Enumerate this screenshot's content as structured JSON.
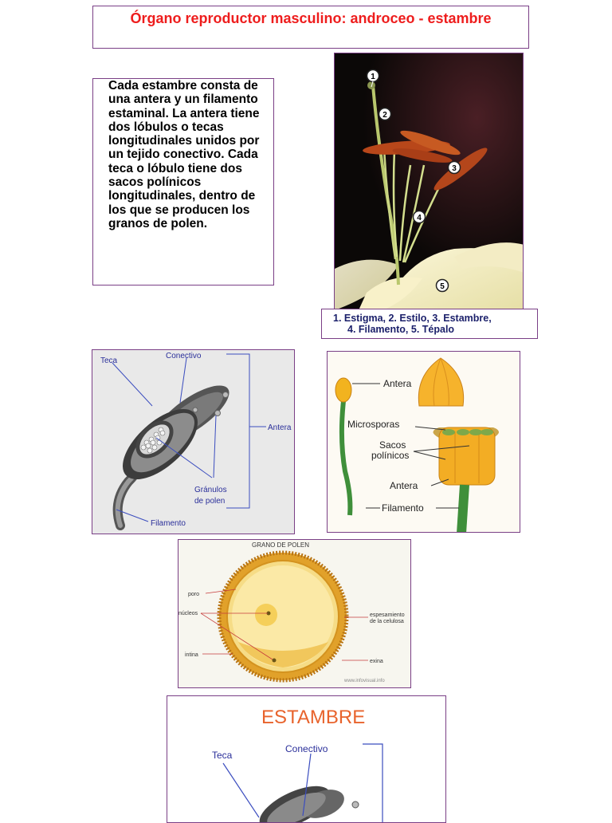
{
  "title": "Órgano reproductor masculino: androceo - estambre",
  "description": "Cada estambre consta de una antera y un filamento estaminal. La antera tiene dos lóbulos o tecas longitudinales unidos por un tejido conectivo. Cada teca o lóbulo tiene dos sacos polínicos longitudinales, dentro de los que se producen los granos de polen.",
  "photo": {
    "markers": [
      "1",
      "2",
      "3",
      "4",
      "5"
    ],
    "caption_line1": "1. Estigma, 2. Estilo, 3. Estambre,",
    "caption_line2": "4. Filamento, 5. Tépalo"
  },
  "diagram1": {
    "teca": "Teca",
    "conectivo": "Conectivo",
    "antera": "Antera",
    "granulos1": "Gránulos",
    "granulos2": "de polen",
    "filamento": "Filamento"
  },
  "diagram2": {
    "antera_top": "Antera",
    "microsporas": "Microsporas",
    "sacos1": "Sacos",
    "sacos2": "polínicos",
    "antera_mid": "Antera",
    "filamento": "Filamento"
  },
  "diagram3": {
    "title": "GRANO DE POLEN",
    "poro": "poro",
    "nucleos": "núcleos",
    "intina": "intina",
    "espes1": "espesamiento",
    "espes2": "de la celulosa",
    "exina": "exina",
    "watermark": "www.infovisual.info"
  },
  "diagram4": {
    "title": "ESTAMBRE",
    "teca": "Teca",
    "conectivo": "Conectivo"
  },
  "colors": {
    "title_red": "#ee1d1d",
    "caption_navy": "#1a1f6a",
    "frame_purple": "#7a3f86",
    "label_blue": "#2a2f9a",
    "estambre_orange": "#e8632c"
  }
}
